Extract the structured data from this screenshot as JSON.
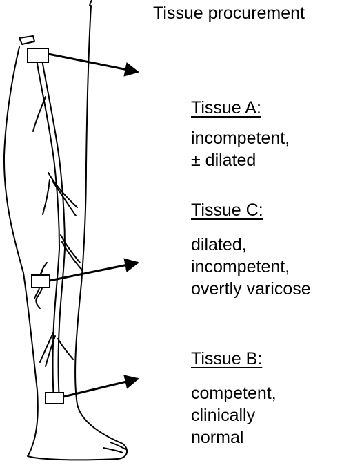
{
  "title": "Tissue procurement",
  "tissues": [
    {
      "heading": "Tissue A:",
      "lines": [
        "incompetent,",
        "± dilated"
      ]
    },
    {
      "heading": "Tissue C:",
      "lines": [
        "dilated,",
        "incompetent,",
        "overtly varicose"
      ]
    },
    {
      "heading": "Tissue B:",
      "lines": [
        "competent,",
        "clinically",
        "normal"
      ]
    }
  ]
}
